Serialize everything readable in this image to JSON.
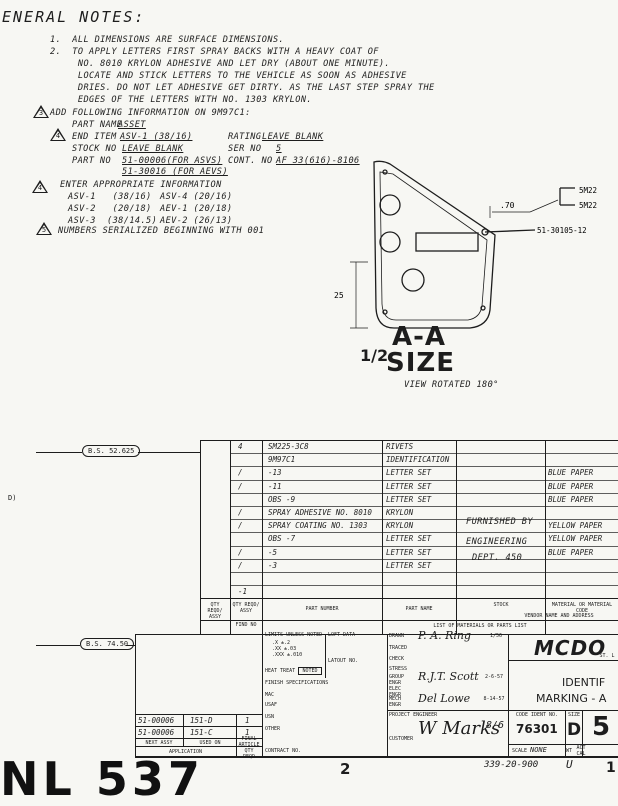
{
  "notes": {
    "title": "ENERAL NOTES:",
    "items": [
      "1.  ALL DIMENSIONS ARE SURFACE DIMENSIONS.",
      "2.  TO APPLY LETTERS FIRST SPRAY BACKS WITH A HEAVY COAT OF",
      "     NO. 8010 KRYLON ADHESIVE AND LET DRY (ABOUT ONE MINUTE).",
      "     LOCATE AND STICK LETTERS TO THE VEHICLE AS SOON AS ADHESIVE",
      "     DRIES. DO NOT LET ADHESIVE GET DIRTY. AS THE LAST STEP SPRAY THE",
      "     EDGES OF THE LETTERS WITH NO. 1303 KRYLON."
    ],
    "note3_num": "3",
    "note3_text": "ADD FOLLOWING INFORMATION ON 9M97C1:",
    "part_name_label": "PART NAME",
    "part_name_value": "ASSET",
    "end_item_num": "4",
    "end_item_label": "END ITEM",
    "end_item_value": "ASV-1 (38/16)",
    "rating_label": "RATING",
    "rating_value": "LEAVE BLANK",
    "stock_no_label": "STOCK NO",
    "stock_no_value": "LEAVE BLANK",
    "ser_no_label": "SER NO",
    "ser_no_value": "5",
    "part_no_label": "PART NO",
    "part_no_value_1": "51-00006(FOR ASVS)",
    "part_no_value_2": "51-30016 (FOR AEVS)",
    "cont_no_label": "CONT. NO",
    "cont_no_value": "AF 33(616)-8106",
    "note4_num": "4",
    "note4_text": "ENTER APPROPRIATE INFORMATION",
    "enter_info_left": [
      "ASV-1   (38/16)",
      "ASV-2   (20/18)",
      "ASV-3  (38/14.5)"
    ],
    "enter_info_right": [
      "ASV-4 (20/16)",
      "AEV-1 (20/18)",
      "AEV-2 (26/13)"
    ],
    "note5_num": "5",
    "note5_text": "NUMBERS SERIALIZED BEGINNING WITH 001"
  },
  "view": {
    "title_a": "A-A",
    "title_half": "1/2",
    "title_size": "SIZE",
    "subtitle": "VIEW ROTATED 180°",
    "dim_70": ".70",
    "dim_25": "25",
    "callout_1": "51-30105-12",
    "callout_2a": "5M22",
    "callout_2b": "5M22"
  },
  "bom": {
    "left_tag_1": "B.S. 52.625",
    "left_tag_2": "B.S. 74.50",
    "stray_mark": "D)",
    "rows": [
      {
        "qty": "4",
        "part": "SM225-3C8",
        "name": "RIVETS",
        "note": ""
      },
      {
        "qty": "",
        "part": "9M97C1",
        "name": "IDENTIFICATION",
        "note": ""
      },
      {
        "qty": "/",
        "part": "-13",
        "name": "LETTER SET",
        "note": "BLUE PAPER"
      },
      {
        "qty": "/",
        "part": "-11",
        "name": "LETTER SET",
        "note": "BLUE PAPER"
      },
      {
        "qty": "",
        "part": "OBS    -9",
        "name": "LETTER SET",
        "note": "BLUE PAPER"
      },
      {
        "qty": "/",
        "part": "SPRAY ADHESIVE NO. 8010",
        "name": "KRYLON",
        "note": ""
      },
      {
        "qty": "/",
        "part": "SPRAY COATING NO. 1303",
        "name": "KRYLON",
        "note": "YELLOW PAPER"
      },
      {
        "qty": "",
        "part": "OBS    -7",
        "name": "LETTER SET",
        "note": "YELLOW PAPER"
      },
      {
        "qty": "/",
        "part": "-5",
        "name": "LETTER SET",
        "note": "BLUE PAPER"
      },
      {
        "qty": "/",
        "part": "-3",
        "name": "LETTER SET",
        "note": ""
      },
      {
        "qty": "",
        "part": "",
        "name": "",
        "note": ""
      },
      {
        "qty": "-1",
        "part": "",
        "name": "",
        "note": ""
      }
    ],
    "furnished": [
      "FURNISHED BY",
      "ENGINEERING",
      "DEPT. 450"
    ],
    "hdr_qty_reqd": "QTY REQD/ ASSY",
    "hdr_qty_reqd2": "QTY REQD/ ASSY",
    "hdr_part_number": "PART NUMBER",
    "hdr_part_name": "PART NAME",
    "hdr_stock": "STOCK",
    "hdr_material": "MATERIAL OR MATERIAL CODE",
    "hdr_vendor": "VENDOR NAME AND ADDRESS",
    "hdr_list": "LIST OF MATERIALS OR PARTS LIST",
    "hdr_find_no": "FIND NO"
  },
  "title_block": {
    "tolerances_label": "LIMITS UNLESS NOTED",
    "tol_1": ".X    ±.2",
    "tol_2": ".XX   ±.03",
    "tol_3": ".XXX  ±.010",
    "loft_data": "LOFT DATA",
    "latout_no": "LATOUT NO.",
    "heat_treat": "HEAT TREAT",
    "heat_treat_val": "NOTED",
    "finish_spec": "FINISH SPECIFICATIONS",
    "mac": "MAC",
    "usaf": "USAF",
    "usn": "USN",
    "other": "OTHER",
    "drawn": "DRAWN",
    "drawn_sig": "P. A. Ring",
    "drawn_date": "1/56",
    "traced": "TRACED",
    "check": "CHECK",
    "stress": "STRESS",
    "group_engr": "GROUP ENGR",
    "group_sig": "R.J.T. Scott",
    "group_date": "2-6-57",
    "elec_engr": "ELEC ENGR",
    "mech_engr": "MECH ENGR",
    "mech_sig": "Del Lowe",
    "mech_date": "8-14-57",
    "project_engr": "PROJECT ENGINEER",
    "customer": "CUSTOMER",
    "proj_sig": "W Marks",
    "proj_date": "8/6",
    "company": "MCDO",
    "company_sub": "ST. L",
    "title_1": "IDENTIF",
    "title_2": "MARKING - A",
    "code_ident_label": "CODE IDENT NO.",
    "code_ident": "76301",
    "size_label": "SIZE",
    "size": "D",
    "dwg_no": "5",
    "scale_label": "SCALE",
    "scale": "NONE",
    "wt_label": "WT",
    "wt": "ACT CAL",
    "next_assy_1": "51-00006",
    "used_on_1": "151-D",
    "next_assy_2": "51-00006",
    "used_on_2": "151-C",
    "qty_1": "1",
    "qty_2": "1",
    "next_assy_label": "NEXT ASSY",
    "used_on_label": "USED ON",
    "application": "APPLICATION",
    "final_article": "FINAL ARTICLE QTY REQD",
    "contract_no": "CONTRACT NO."
  },
  "footer": {
    "big_stamp": "NL 537",
    "page": "2",
    "ref": "339-20-900",
    "rev": "U",
    "corner": "1"
  }
}
